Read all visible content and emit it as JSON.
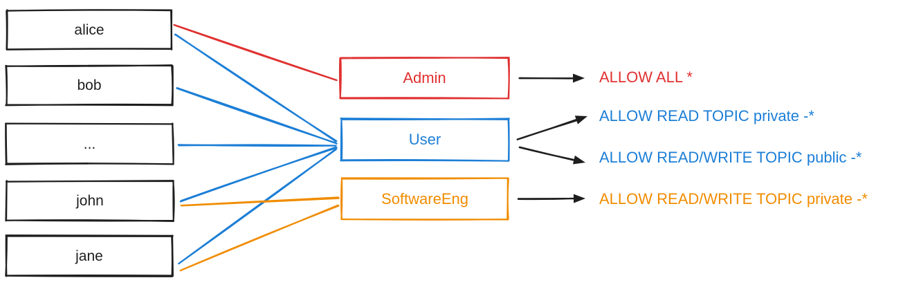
{
  "palette": {
    "black": "#1e1e1e",
    "red": "#e03131",
    "blue": "#1c7ed6",
    "orange": "#f08c00"
  },
  "users": [
    {
      "label": "alice"
    },
    {
      "label": "bob"
    },
    {
      "label": "..."
    },
    {
      "label": "john"
    },
    {
      "label": "jane"
    }
  ],
  "roles": [
    {
      "label": "Admin",
      "color": "#e03131"
    },
    {
      "label": "User",
      "color": "#1c7ed6"
    },
    {
      "label": "SoftwareEng",
      "color": "#f08c00"
    }
  ],
  "rules": [
    {
      "text": "ALLOW ALL *",
      "color": "#e03131"
    },
    {
      "text": "ALLOW READ TOPIC private -*",
      "color": "#1c7ed6"
    },
    {
      "text": "ALLOW READ/WRITE TOPIC public -*",
      "color": "#1c7ed6"
    },
    {
      "text": "ALLOW READ/WRITE TOPIC private -*",
      "color": "#f08c00"
    }
  ],
  "edges": {
    "user_to_role": [
      {
        "from": "alice",
        "to": "Admin",
        "color": "#e03131"
      },
      {
        "from": "alice",
        "to": "User",
        "color": "#1c7ed6"
      },
      {
        "from": "bob",
        "to": "User",
        "color": "#1c7ed6"
      },
      {
        "from": "...",
        "to": "User",
        "color": "#1c7ed6"
      },
      {
        "from": "john",
        "to": "User",
        "color": "#1c7ed6"
      },
      {
        "from": "jane",
        "to": "User",
        "color": "#1c7ed6"
      },
      {
        "from": "john",
        "to": "SoftwareEng",
        "color": "#f08c00"
      },
      {
        "from": "jane",
        "to": "SoftwareEng",
        "color": "#f08c00"
      }
    ],
    "role_to_rule": [
      {
        "from": "Admin",
        "to": "ALLOW ALL *"
      },
      {
        "from": "User",
        "to": "ALLOW READ TOPIC private -*"
      },
      {
        "from": "User",
        "to": "ALLOW READ/WRITE TOPIC public -*"
      },
      {
        "from": "SoftwareEng",
        "to": "ALLOW READ/WRITE TOPIC private -*"
      }
    ]
  }
}
